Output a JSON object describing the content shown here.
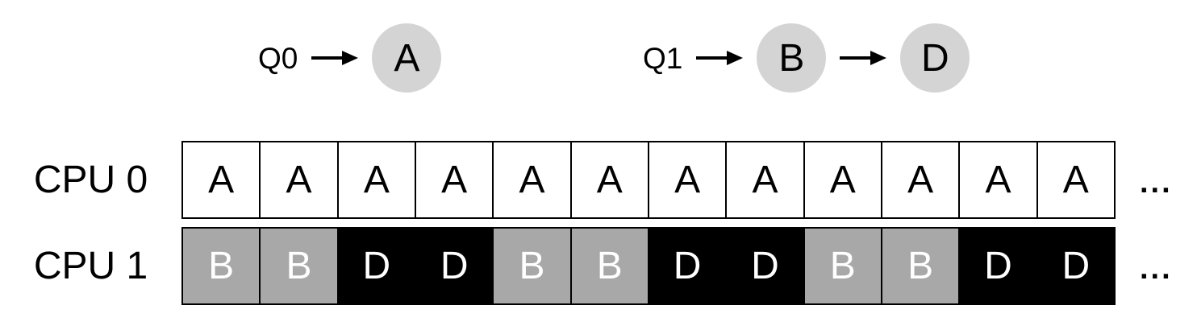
{
  "diagram": {
    "queues": [
      {
        "label": "Q0",
        "jobs": [
          "A"
        ]
      },
      {
        "label": "Q1",
        "jobs": [
          "B",
          "D"
        ]
      }
    ],
    "rows": [
      {
        "label": "CPU 0",
        "cells": [
          "A",
          "A",
          "A",
          "A",
          "A",
          "A",
          "A",
          "A",
          "A",
          "A",
          "A",
          "A"
        ],
        "ellipsis": "..."
      },
      {
        "label": "CPU 1",
        "cells": [
          "B",
          "B",
          "D",
          "D",
          "B",
          "B",
          "D",
          "D",
          "B",
          "B",
          "D",
          "D"
        ],
        "ellipsis": "..."
      }
    ],
    "job_styles": {
      "A": {
        "bg": "#ffffff",
        "fg": "#000000"
      },
      "B": {
        "bg": "#a8a8a8",
        "fg": "#ffffff"
      },
      "D": {
        "bg": "#000000",
        "fg": "#ffffff"
      }
    },
    "colors": {
      "queue_circle_bg": "#d4d4d4",
      "arrow": "#000000",
      "cell_border": "#000000"
    }
  }
}
